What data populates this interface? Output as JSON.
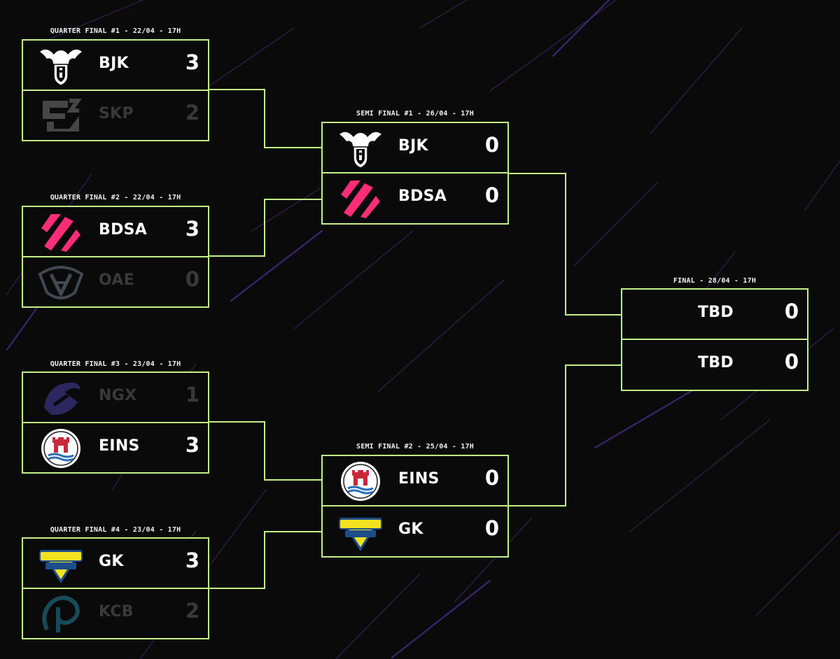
{
  "matches": {
    "qf1": {
      "label": "QUARTER FINAL #1 - 22/04 - 17H",
      "teams": [
        {
          "name": "BJK",
          "score": "3",
          "logo": "bjk-eagle-icon",
          "status": "winner"
        },
        {
          "name": "SKP",
          "score": "2",
          "logo": "sk-logo-icon",
          "status": "loser"
        }
      ]
    },
    "qf2": {
      "label": "QUARTER FINAL #2 - 22/04 - 17H",
      "teams": [
        {
          "name": "BDSA",
          "score": "3",
          "logo": "bdsa-logo-icon",
          "status": "winner"
        },
        {
          "name": "OAE",
          "score": "0",
          "logo": "oae-logo-icon",
          "status": "loser"
        }
      ]
    },
    "qf3": {
      "label": "QUARTER FINAL #3 - 23/04 - 17H",
      "teams": [
        {
          "name": "NGX",
          "score": "1",
          "logo": "ngx-logo-icon",
          "status": "loser"
        },
        {
          "name": "EINS",
          "score": "3",
          "logo": "eins-castle-icon",
          "status": "winner"
        }
      ]
    },
    "qf4": {
      "label": "QUARTER FINAL #4 - 23/04 - 17H",
      "teams": [
        {
          "name": "GK",
          "score": "3",
          "logo": "geekay-logo-icon",
          "status": "winner"
        },
        {
          "name": "KCB",
          "score": "2",
          "logo": "kcb-logo-icon",
          "status": "loser"
        }
      ]
    },
    "sf1": {
      "label": "SEMI FINAL #1 - 26/04 - 17H",
      "teams": [
        {
          "name": "BJK",
          "score": "0",
          "logo": "bjk-eagle-icon",
          "status": "pending"
        },
        {
          "name": "BDSA",
          "score": "0",
          "logo": "bdsa-logo-icon",
          "status": "pending"
        }
      ]
    },
    "sf2": {
      "label": "SEMI FINAL #2 - 25/04 - 17H",
      "teams": [
        {
          "name": "EINS",
          "score": "0",
          "logo": "eins-castle-icon",
          "status": "pending"
        },
        {
          "name": "GK",
          "score": "0",
          "logo": "geekay-logo-icon",
          "status": "pending"
        }
      ]
    },
    "final": {
      "label": "FINAL - 28/04 - 17H",
      "teams": [
        {
          "name": "TBD",
          "score": "0",
          "logo": "",
          "status": "pending"
        },
        {
          "name": "TBD",
          "score": "0",
          "logo": "",
          "status": "pending"
        }
      ]
    }
  },
  "colors": {
    "background": "#0b0a0b",
    "bracket_border": "#c4f08a",
    "text": "#ffffff",
    "loser_text": "#3a393a",
    "bg_streaks": "#3a1f66"
  }
}
